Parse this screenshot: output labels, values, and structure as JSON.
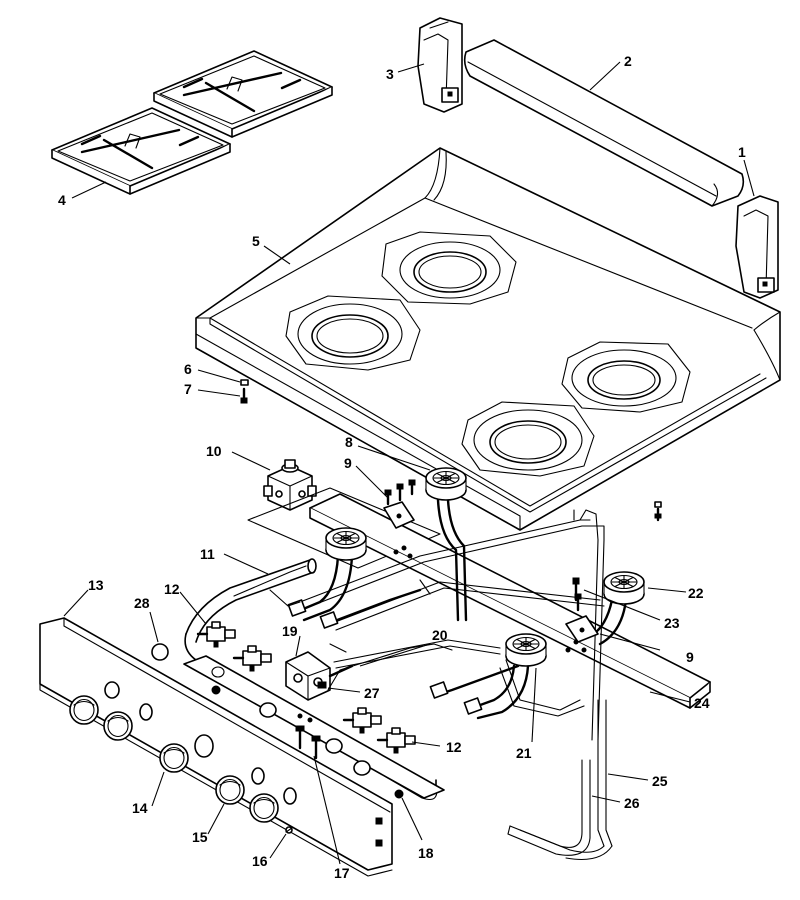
{
  "callouts": [
    {
      "id": "c1",
      "text": "1"
    },
    {
      "id": "c2",
      "text": "2"
    },
    {
      "id": "c3",
      "text": "3"
    },
    {
      "id": "c4",
      "text": "4"
    },
    {
      "id": "c5",
      "text": "5"
    },
    {
      "id": "c6",
      "text": "6"
    },
    {
      "id": "c7",
      "text": "7"
    },
    {
      "id": "c8",
      "text": "8"
    },
    {
      "id": "c9a",
      "text": "9"
    },
    {
      "id": "c9b",
      "text": "9"
    },
    {
      "id": "c10",
      "text": "10"
    },
    {
      "id": "c11",
      "text": "11"
    },
    {
      "id": "c12a",
      "text": "12"
    },
    {
      "id": "c12b",
      "text": "12"
    },
    {
      "id": "c13",
      "text": "13"
    },
    {
      "id": "c14",
      "text": "14"
    },
    {
      "id": "c15",
      "text": "15"
    },
    {
      "id": "c16",
      "text": "16"
    },
    {
      "id": "c17",
      "text": "17"
    },
    {
      "id": "c18",
      "text": "18"
    },
    {
      "id": "c19",
      "text": "19"
    },
    {
      "id": "c20",
      "text": "20"
    },
    {
      "id": "c21",
      "text": "21"
    },
    {
      "id": "c22",
      "text": "22"
    },
    {
      "id": "c23",
      "text": "23"
    },
    {
      "id": "c24",
      "text": "24"
    },
    {
      "id": "c25",
      "text": "25"
    },
    {
      "id": "c26",
      "text": "26"
    },
    {
      "id": "c27",
      "text": "27"
    },
    {
      "id": "c28",
      "text": "28"
    }
  ]
}
